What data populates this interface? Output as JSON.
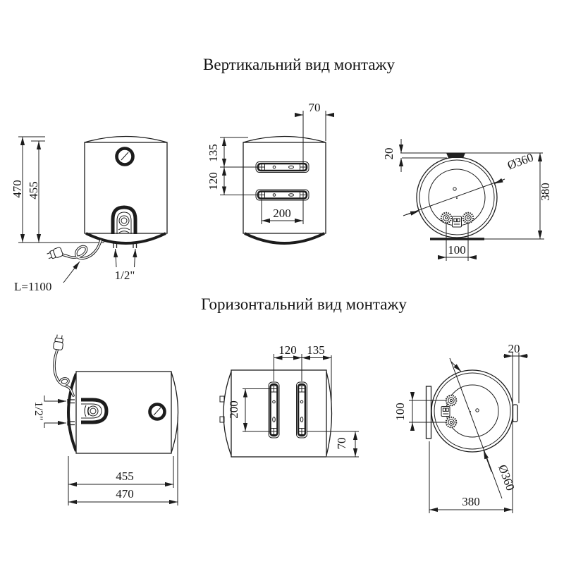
{
  "titles": {
    "vertical": "Вертикальний вид монтажу",
    "horizontal": "Горизонтальний вид монтажу"
  },
  "vertical_view": {
    "front": {
      "total_height": "470",
      "body_height": "455",
      "cable_length": "L=1100",
      "pipe_thread": "1/2\""
    },
    "back": {
      "edge_offset": "70",
      "top_to_bracket": "135",
      "bracket_spacing": "120",
      "hole_span": "200"
    },
    "bottom": {
      "bracket_offset": "20",
      "diameter": "Ø360",
      "depth": "380",
      "pipe_spacing": "100"
    }
  },
  "horizontal_view": {
    "front": {
      "pipe_thread": "1/2\"",
      "body_length": "455",
      "total_length": "470"
    },
    "back": {
      "bracket_spacing": "120",
      "bracket_to_edge": "135",
      "hole_span": "200",
      "edge_offset": "70"
    },
    "side": {
      "bracket_offset": "20",
      "pipe_spacing": "100",
      "diameter": "Ø360",
      "depth": "380"
    }
  },
  "icons": {
    "thermometer_dial": "round-gauge-with-needle",
    "heating_cover": "arched-connection-cover",
    "power_plug": "mains-plug-with-cord",
    "pipe_fitting": "knurled-pipe-nut",
    "mounting_bracket": "wall-bracket-strip"
  },
  "colors": {
    "line": "#1c1c1c",
    "background": "#ffffff"
  }
}
